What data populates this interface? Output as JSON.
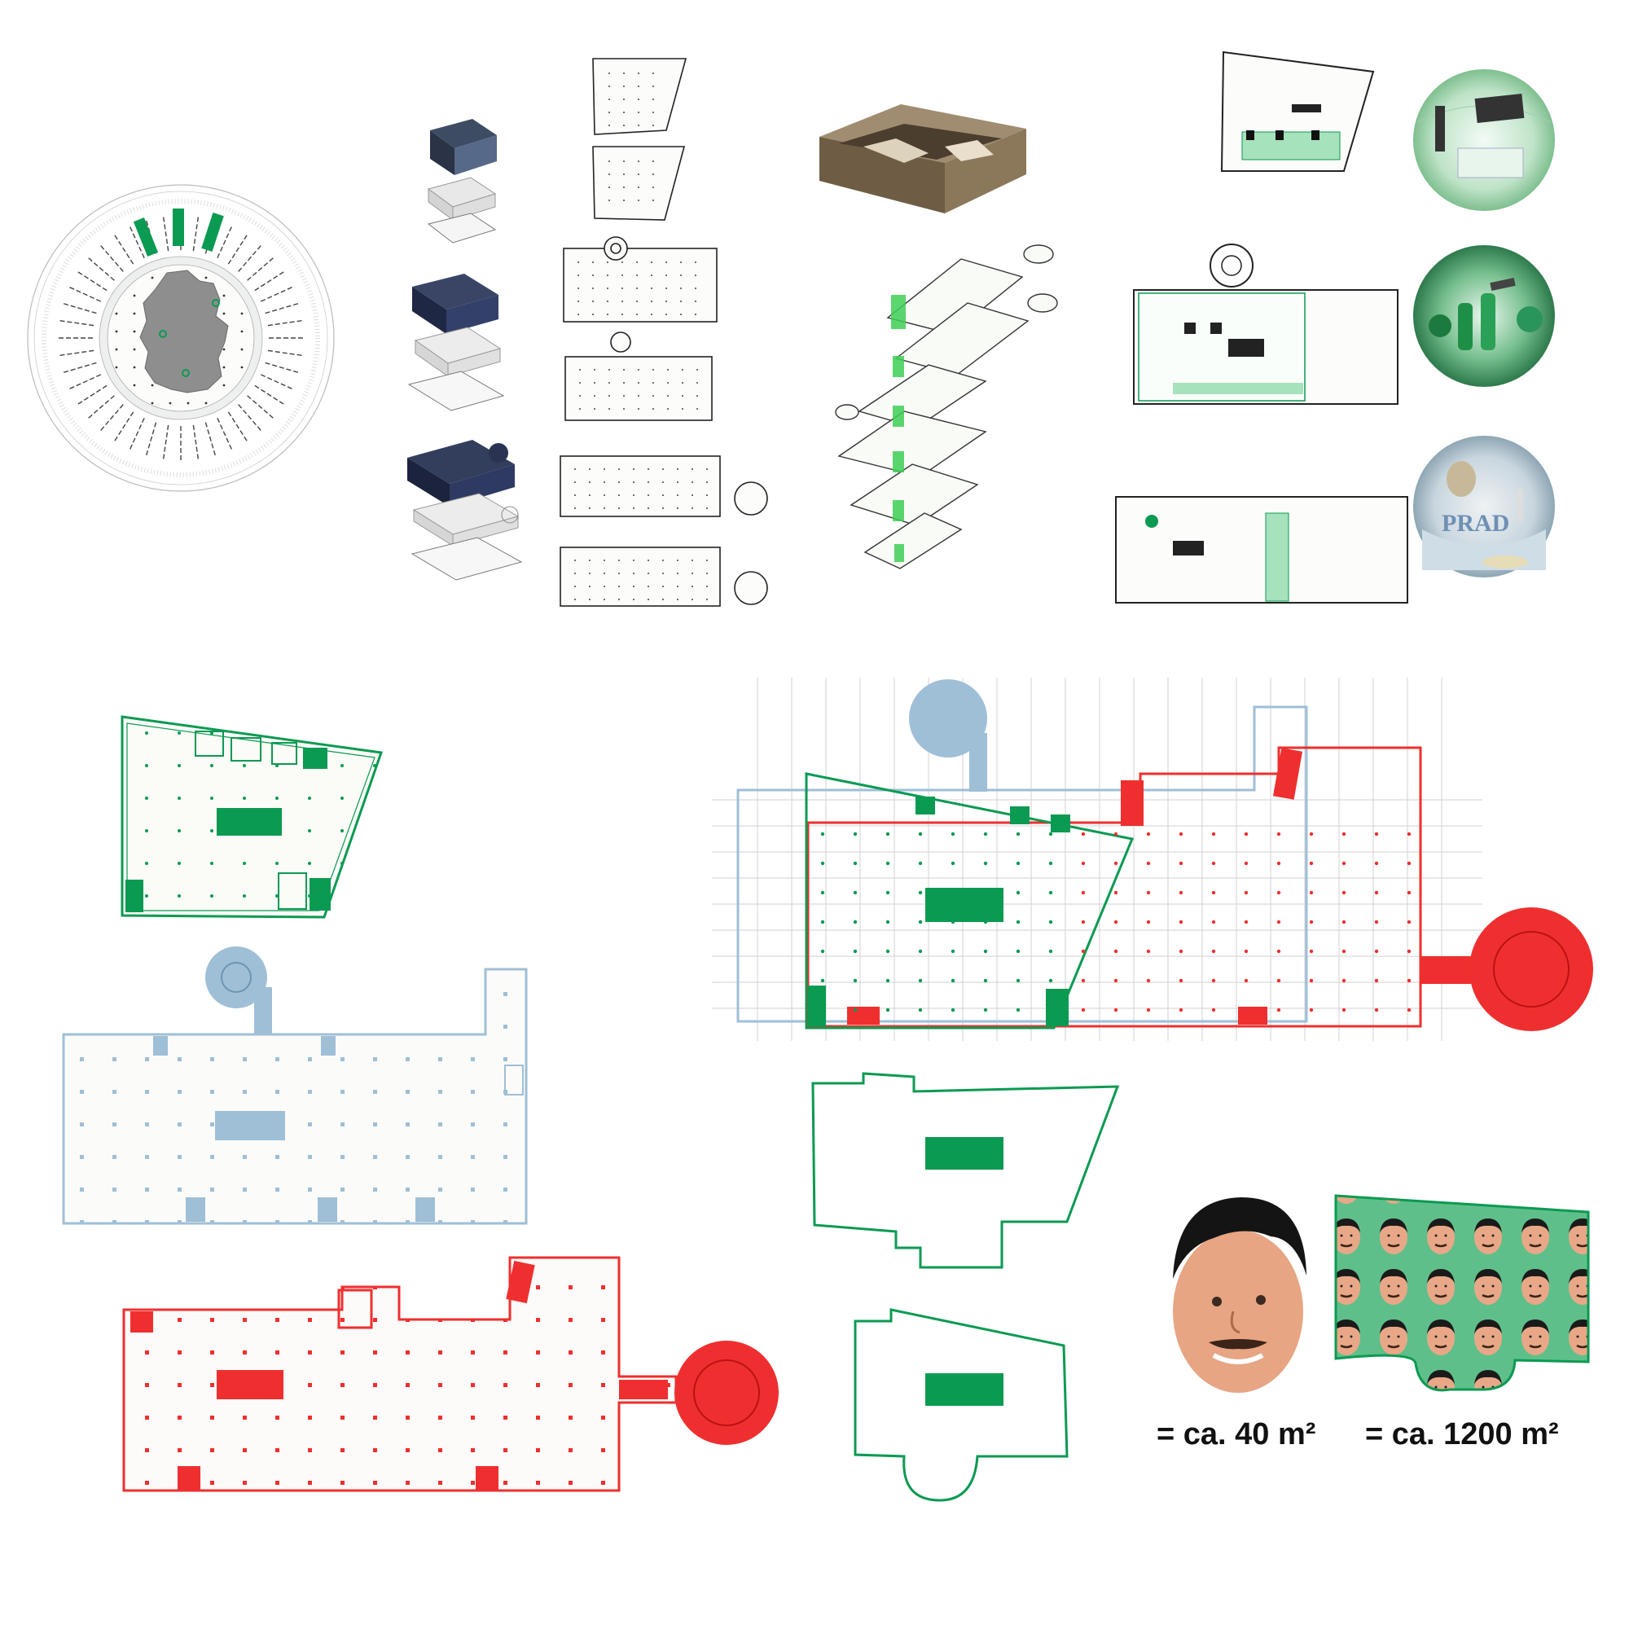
{
  "colors": {
    "green": "#0b9a52",
    "green_light": "#7ed8a0",
    "blue": "#9fbfd6",
    "red": "#ef2f2f",
    "line": "#222222",
    "paper": "#fbfbf7"
  },
  "area_labels": {
    "face": "= ca. 40 m²",
    "pattern": "= ca. 1200 m²"
  },
  "icons": {
    "face": "portrait-face-icon",
    "pattern": "face-pattern-fill"
  }
}
